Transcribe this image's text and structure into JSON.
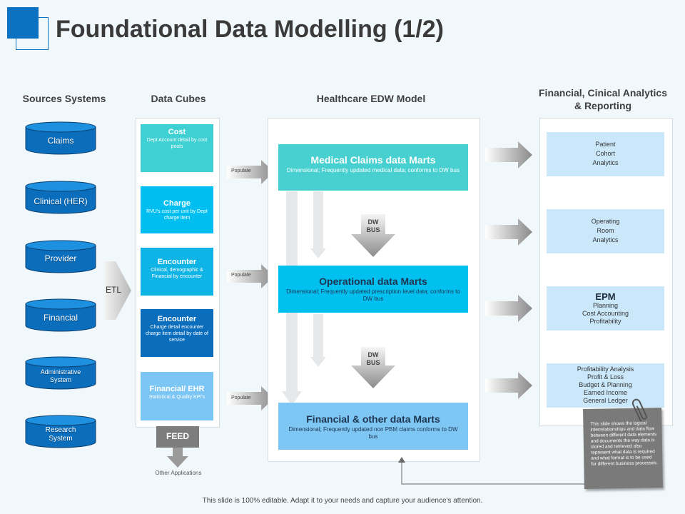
{
  "title": "Foundational Data Modelling (1/2)",
  "columns": {
    "sources": "Sources Systems",
    "cubes": "Data Cubes",
    "edw": "Healthcare EDW Model",
    "analytics": "Financial, Cinical Analytics & Reporting"
  },
  "sources": [
    "Claims",
    "Clinical (HER)",
    "Provider",
    "Financial",
    "Administrative System",
    "Research System"
  ],
  "etl": "ETL",
  "cubes": [
    {
      "title": "Cost",
      "sub": "Dept Account detail by cost pools"
    },
    {
      "title": "Charge",
      "sub": "RVU's cost per unit by Dept charge item"
    },
    {
      "title": "Encounter",
      "sub": "Clinical, demographic & Financial by encounter"
    },
    {
      "title": "Encounter",
      "sub": "Charge detail encounter charge item detail by date of service"
    },
    {
      "title": "Financial/ EHR",
      "sub": "Statistical & Quality KPI's"
    }
  ],
  "feed": "FEED",
  "other_apps": "Other Applications",
  "populate": "Populate",
  "marts": [
    {
      "title": "Medical Claims data Marts",
      "sub": "Dimensional; Frequently updated medical data; conforms to DW bus"
    },
    {
      "title": "Operational data Marts",
      "sub": "Dimensional; Frequently updated prescription level data; conforms to DW bus"
    },
    {
      "title": "Financial & other data Marts",
      "sub": "Dimensional; Frequently updated non PBM claims conforms to DW bus"
    }
  ],
  "dw_bus": [
    "DW",
    "BUS"
  ],
  "analytics": [
    {
      "title": "",
      "lines": [
        "Patient",
        "Cohort",
        "Analytics"
      ]
    },
    {
      "title": "",
      "lines": [
        "Operating",
        "Room",
        "Analytics"
      ]
    },
    {
      "title": "EPM",
      "lines": [
        "Planning",
        "Cost Accounting",
        "Profitability"
      ]
    },
    {
      "title": "",
      "lines": [
        "Profitability Analysis",
        "Profit & Loss",
        "Budget & Planning",
        "Earned Income",
        "General Ledger"
      ]
    }
  ],
  "note": "This slide shows the logical interrelationships and data flow between different data elements and documents the way data is stored and retrieved also represent what data is required and what format is to be used for different business processes.",
  "footer": "This slide is 100% editable. Adapt it to your needs and capture your audience's attention.",
  "colors": {
    "accent": "#0b72c2",
    "cube_cost": "#3fd0d3",
    "cube_charge": "#00bff0",
    "cube_encounter1": "#0fb4e6",
    "cube_encounter2": "#0a6ebd",
    "cube_fin": "#7cc6f5",
    "mart1": "#48d0d0",
    "mart2": "#00c0f0",
    "mart3": "#7ec7f5",
    "analytics_box": "#cbe8fa"
  }
}
